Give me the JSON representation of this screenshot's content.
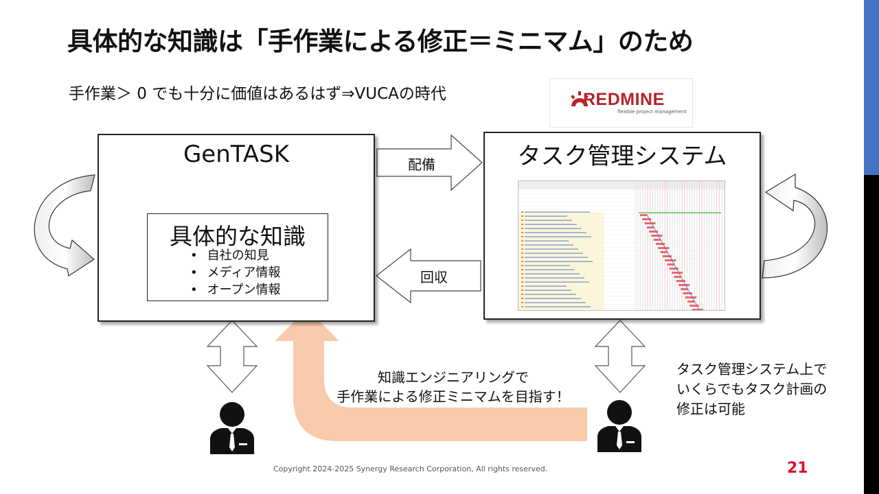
{
  "slide": {
    "title": "具体的な知識は「手作業による修正＝ミニマム」のため",
    "subtitle": "手作業＞ 0 でも十分に価値はあるはず⇒VUCAの時代",
    "logo": {
      "name": "REDMINE",
      "tagline": "flexible project management",
      "color": "#b8222a"
    },
    "gentask": {
      "title": "GenTASK",
      "knowledge_title": "具体的な知識",
      "knowledge_items": [
        "自社の知見",
        "メディア情報",
        "オープン情報"
      ]
    },
    "task_system": {
      "title": "タスク管理システム"
    },
    "arrows": {
      "deploy": "配備",
      "collect": "回収"
    },
    "center_caption": {
      "line1": "知識エンジニアリングで",
      "line2": "手作業による修正ミニマムを目指す！"
    },
    "right_caption": {
      "line1": "タスク管理システム上で",
      "line2": "いくらでもタスク計画の",
      "line3": "修正は可能"
    },
    "copyright": "Copyright 2024-2025 Synergy Research Corporation, All rights reserved.",
    "page_number": "21",
    "colors": {
      "accent_blue": "#4472c4",
      "page_number": "#e0102e",
      "big_arrow": "#f8cbad"
    }
  }
}
